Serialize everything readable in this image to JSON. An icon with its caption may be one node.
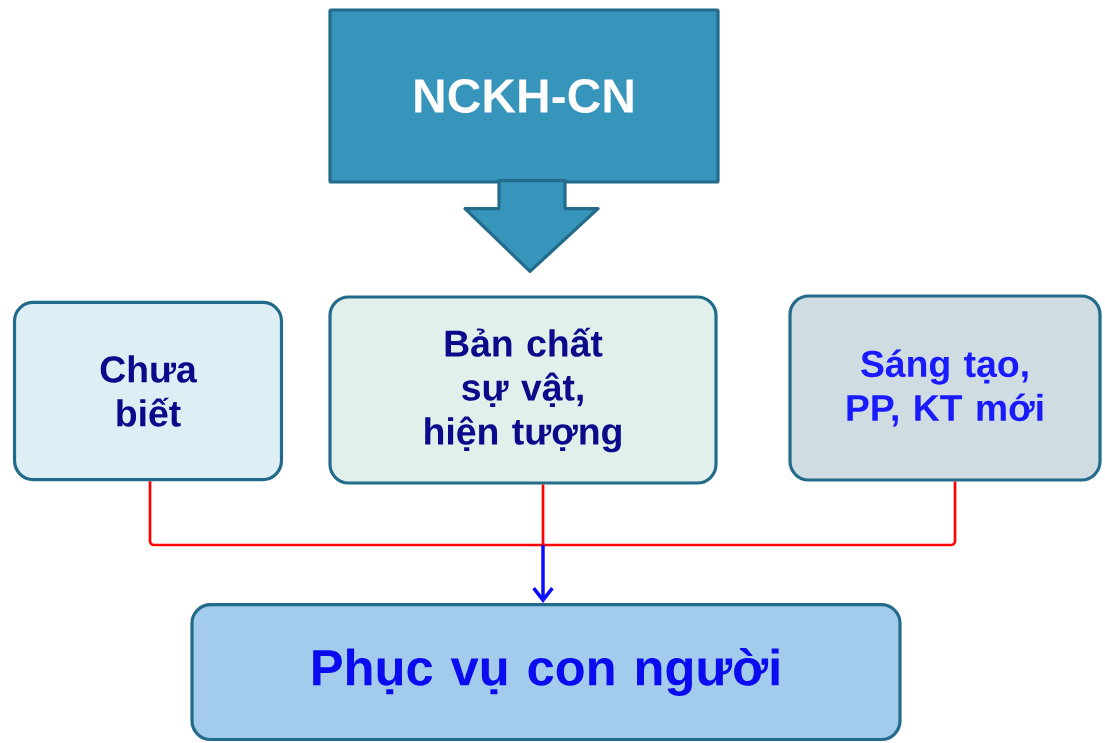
{
  "diagram": {
    "nodes": [
      {
        "text": [
          "NCKH-CN"
        ]
      },
      {
        "text": [
          "Chưa biết"
        ]
      },
      {
        "text": [
          "Bản chất sự vật, hiện tượng"
        ]
      },
      {
        "text": [
          "Sáng tạo, PP, KT mới"
        ]
      },
      {
        "text": [
          "Phục vụ con người"
        ]
      }
    ],
    "edges": [
      {
        "from": 0,
        "to": 2,
        "arrow": "to",
        "style": "thick",
        "color": "#3795bc"
      },
      {
        "from": 1,
        "to": 4,
        "arrow": "to"
      },
      {
        "from": 2,
        "to": 4,
        "arrow": "to"
      },
      {
        "from": 3,
        "to": 4,
        "arrow": "to"
      }
    ]
  }
}
